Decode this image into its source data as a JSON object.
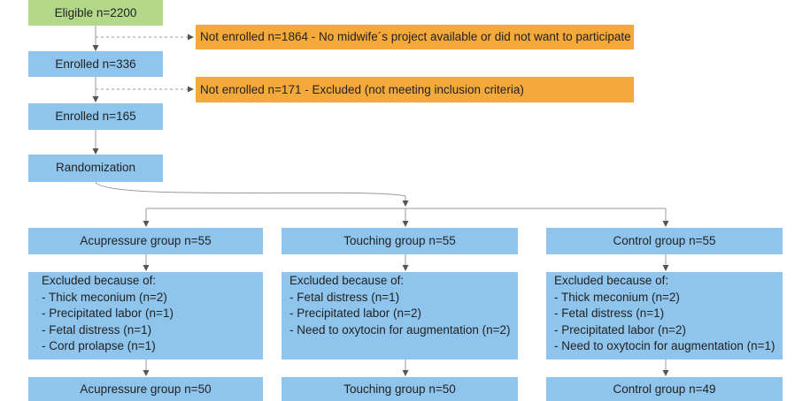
{
  "eligible": "Eligible n=2200",
  "not_enrolled_1": "Not enrolled n=1864 - No midwife´s project available or did not want to participate",
  "enrolled_1": "Enrolled n=336",
  "not_enrolled_2": "Not enrolled n=171 - Excluded (not meeting inclusion criteria)",
  "enrolled_2": "Enrolled n=165",
  "randomization": "Randomization",
  "groups": [
    {
      "title": "Acupressure group n=55",
      "excluded_heading": "Excluded because of:",
      "excluded": [
        "- Thick meconium (n=2)",
        "- Precipitated labor (n=1)",
        "- Fetal distress (n=1)",
        "- Cord prolapse (n=1)"
      ],
      "final": "Acupressure group n=50"
    },
    {
      "title": "Touching group n=55",
      "excluded_heading": "Excluded because of:",
      "excluded": [
        "- Fetal distress (n=1)",
        "- Precipitated labor (n=2)",
        "- Need to oxytocin for augmentation (n=2)"
      ],
      "final": "Touching group n=50"
    },
    {
      "title": "Control group n=55",
      "excluded_heading": "Excluded because of:",
      "excluded": [
        "- Thick meconium (n=2)",
        "- Fetal distress (n=1)",
        "- Precipitated labor (n=2)",
        "- Need to oxytocin for augmentation (n=1)"
      ],
      "final": "Control group n=49"
    }
  ],
  "colors": {
    "green": "#b3d88a",
    "orange": "#f6a93b",
    "blue": "#8fc5ec",
    "line": "#9a9a9a"
  }
}
